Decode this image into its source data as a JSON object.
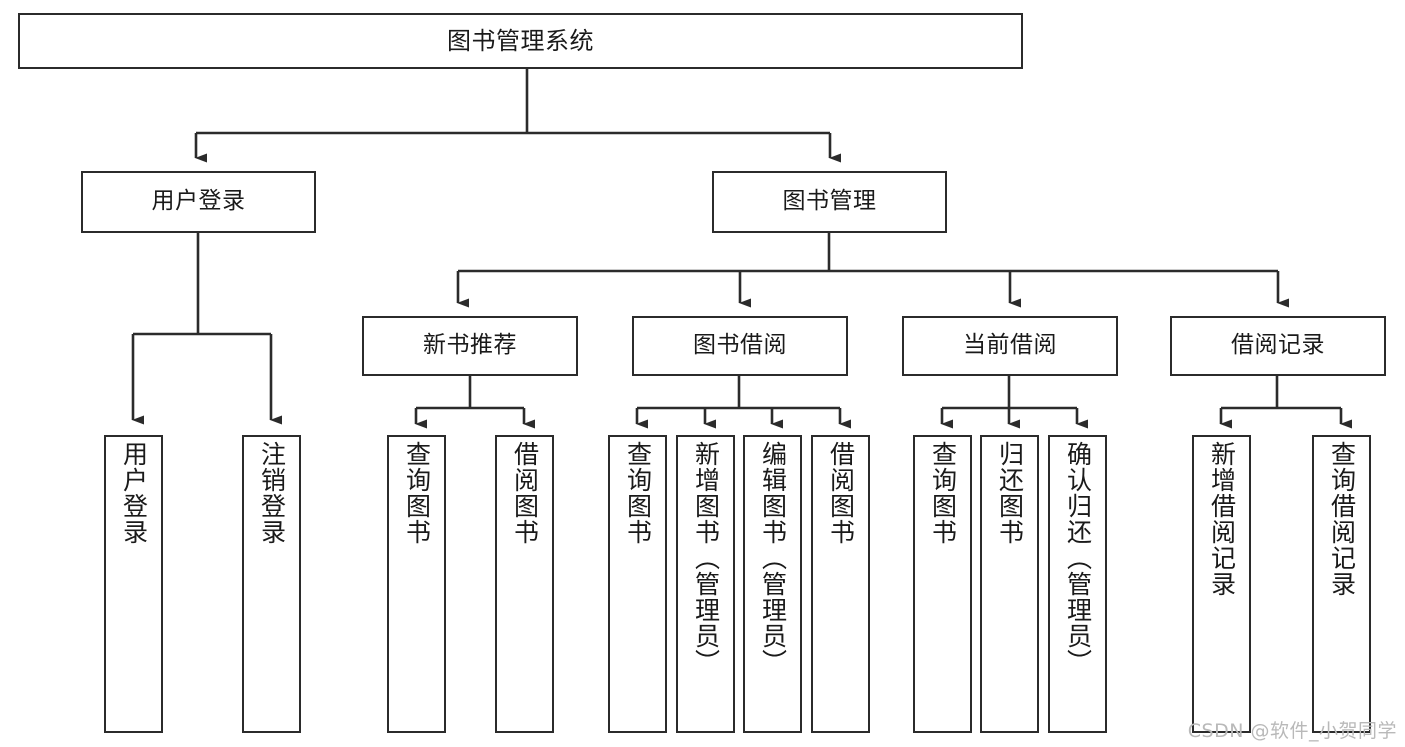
{
  "diagram": {
    "type": "tree-hierarchy-flowchart",
    "root": {
      "id": "root",
      "label": "图书管理系统"
    },
    "level2": [
      {
        "id": "user-login",
        "label": "用户登录"
      },
      {
        "id": "book-management",
        "label": "图书管理"
      }
    ],
    "level3": [
      {
        "id": "new-book-recommend",
        "label": "新书推荐",
        "parent": "book-management"
      },
      {
        "id": "book-borrow",
        "label": "图书借阅",
        "parent": "book-management"
      },
      {
        "id": "current-borrow",
        "label": "当前借阅",
        "parent": "book-management"
      },
      {
        "id": "borrow-record",
        "label": "借阅记录",
        "parent": "book-management"
      }
    ],
    "leaves": {
      "user-login": [
        {
          "id": "leaf-user-login",
          "label": "用户登录"
        },
        {
          "id": "leaf-user-logout",
          "label": "注销登录"
        }
      ],
      "new-book-recommend": [
        {
          "id": "leaf-query-book-1",
          "label": "查询图书"
        },
        {
          "id": "leaf-borrow-book-1",
          "label": "借阅图书"
        }
      ],
      "book-borrow": [
        {
          "id": "leaf-query-book-2",
          "label": "查询图书"
        },
        {
          "id": "leaf-add-book",
          "label": "新增图书（管理员）"
        },
        {
          "id": "leaf-edit-book",
          "label": "编辑图书（管理员）"
        },
        {
          "id": "leaf-borrow-book-2",
          "label": "借阅图书"
        }
      ],
      "current-borrow": [
        {
          "id": "leaf-query-book-3",
          "label": "查询图书"
        },
        {
          "id": "leaf-return-book",
          "label": "归还图书"
        },
        {
          "id": "leaf-confirm-return",
          "label": "确认归还（管理员）"
        }
      ],
      "borrow-record": [
        {
          "id": "leaf-add-record",
          "label": "新增借阅记录"
        },
        {
          "id": "leaf-query-record",
          "label": "查询借阅记录"
        }
      ]
    }
  },
  "colors": {
    "stroke": "#2b2b2b",
    "text": "#1a1a1a",
    "background": "#ffffff",
    "watermark": "#b9b9b9"
  },
  "watermark": {
    "text": "CSDN @软件_小贺同学"
  }
}
